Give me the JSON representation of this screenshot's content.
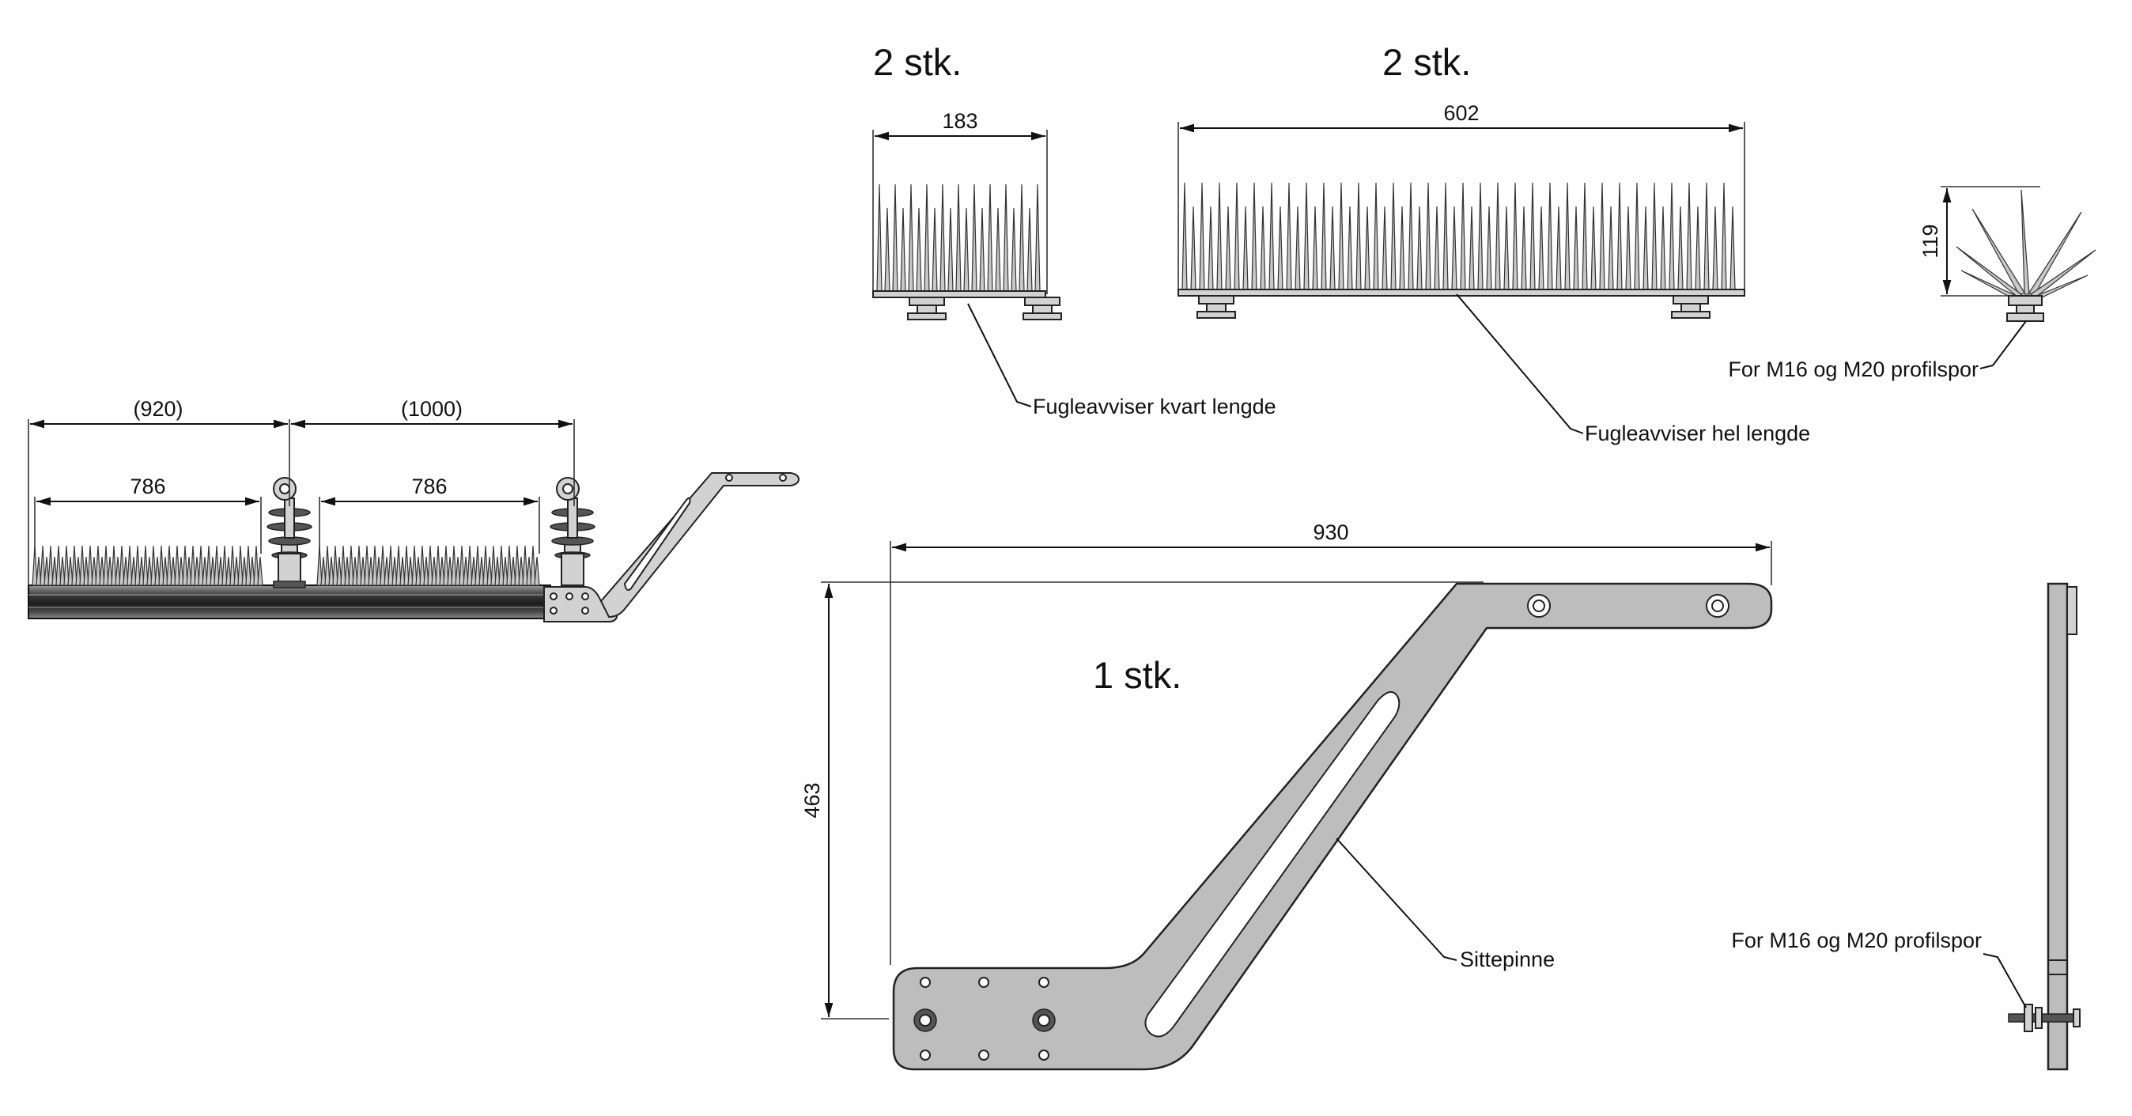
{
  "quantities": {
    "short_spike": "2 stk.",
    "long_spike": "2 stk.",
    "perch": "1 stk."
  },
  "dimensions": {
    "assembly_left_span": "(920)",
    "assembly_right_span": "(1000)",
    "assembly_left_spike": "786",
    "assembly_right_spike": "786",
    "short_spike_length": "183",
    "long_spike_length": "602",
    "spike_height": "119",
    "perch_length": "930",
    "perch_height": "463"
  },
  "labels": {
    "short_spike": "Fugleavviser kvart lengde",
    "long_spike": "Fugleavviser hel lengde",
    "spike_profile": "For M16 og M20 profilspor",
    "perch": "Sittepinne",
    "perch_side": "For M16 og M20 profilspor"
  }
}
